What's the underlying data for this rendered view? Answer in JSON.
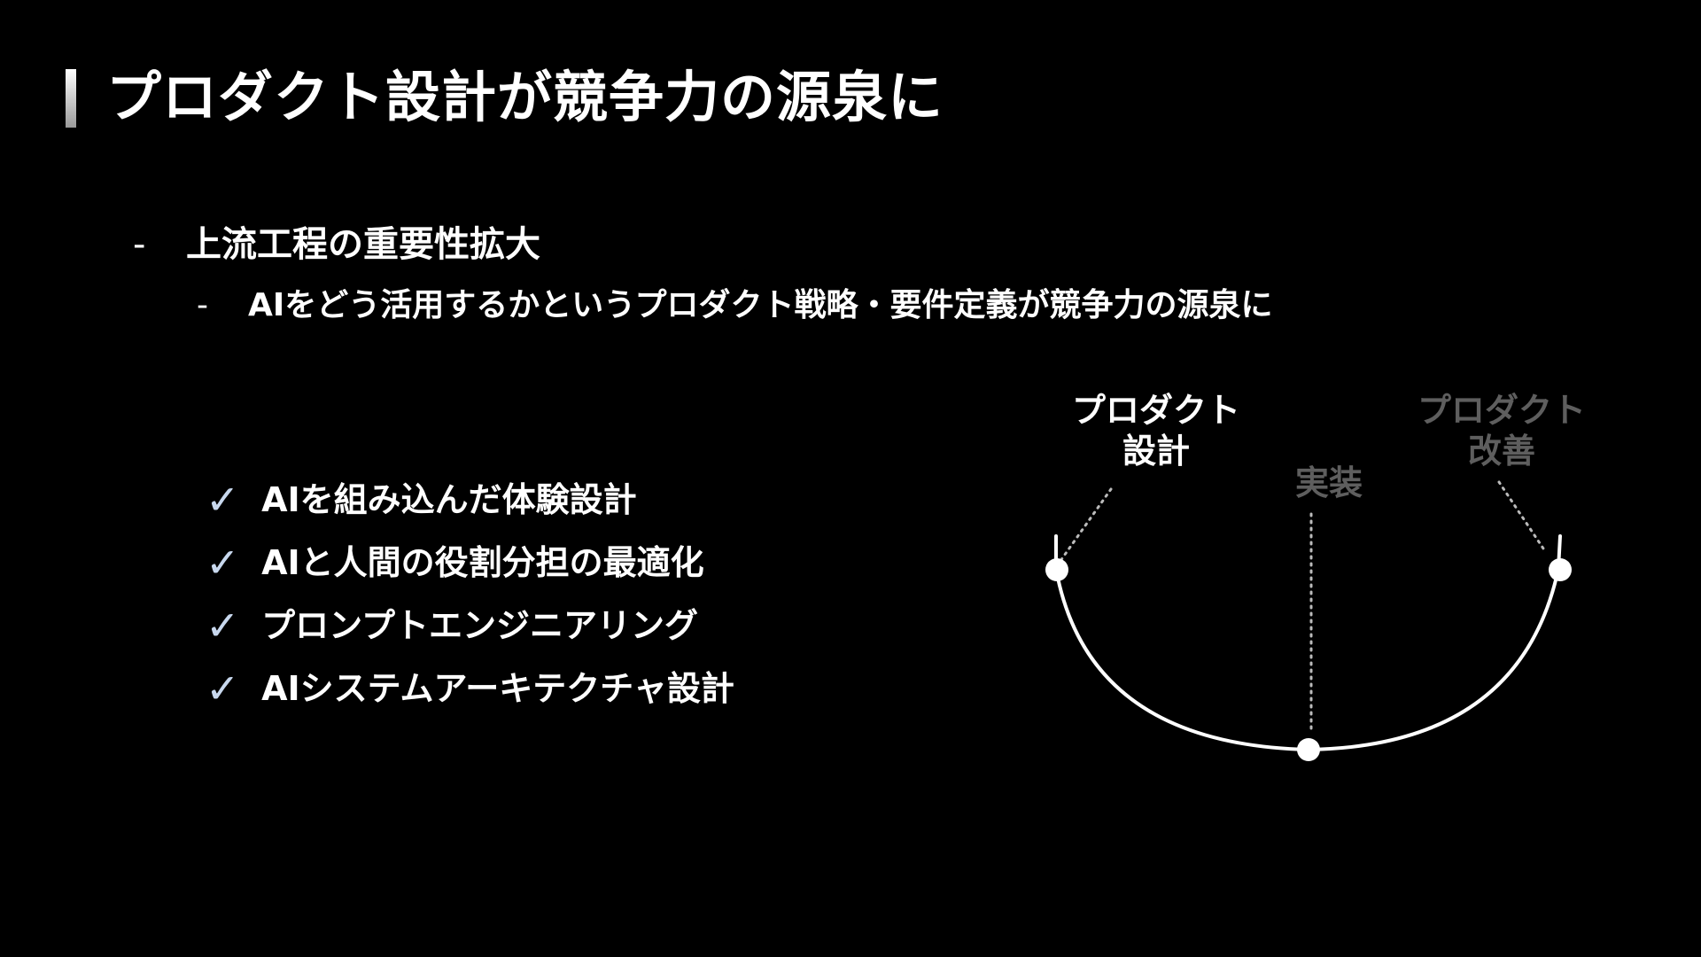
{
  "slide": {
    "title": "プロダクト設計が競争力の源泉に",
    "bullets": {
      "level1": {
        "dash": "-",
        "text": "上流工程の重要性拡大"
      },
      "level2": {
        "dash": "-",
        "text": "AIをどう活用するかというプロダクト戦略・要件定義が競争力の源泉に"
      }
    },
    "checklist": [
      {
        "mark": "✓",
        "label": "AIを組み込んだ体験設計"
      },
      {
        "mark": "✓",
        "label": "AIと人間の役割分担の最適化"
      },
      {
        "mark": "✓",
        "label": "プロンプトエンジニアリング"
      },
      {
        "mark": "✓",
        "label": "AIシステムアーキテクチャ設計"
      }
    ],
    "diagram": {
      "stages": [
        {
          "line1": "プロダクト",
          "line2": "設計",
          "state": "active"
        },
        {
          "line1": "実装",
          "state": "inactive"
        },
        {
          "line1": "プロダクト",
          "line2": "改善",
          "state": "inactive"
        }
      ],
      "colors": {
        "active": "#ffffff",
        "inactive": "#5e5e5e",
        "curve": "#ffffff",
        "leader": "#bbbbbb"
      }
    }
  }
}
